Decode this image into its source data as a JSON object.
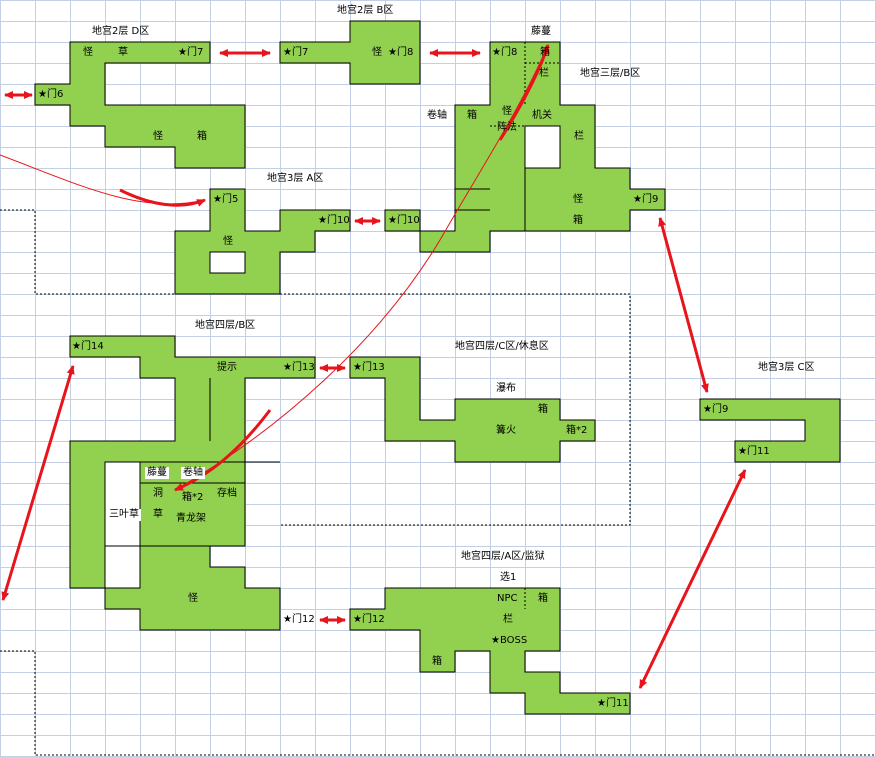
{
  "zones": {
    "floor2_d": "地宫2层 D区",
    "floor2_b": "地宫2层 B区",
    "floor3_b": "地宫三层/B区",
    "floor3_a": "地宫3层 A区",
    "floor4_b": "地宫四层/B区",
    "floor4_c": "地宫四层/C区/休息区",
    "floor3_c": "地宫3层 C区",
    "floor4_a": "地宫四层/A区/监狱"
  },
  "doors": {
    "d5": "★门5",
    "d6": "★门6",
    "d7": "★门7",
    "d8": "★门8",
    "d9": "★门9",
    "d10": "★门10",
    "d11": "★门11",
    "d12": "★门12",
    "d13": "★门13",
    "d14": "★门14"
  },
  "marks": {
    "monster": "怪",
    "herb": "草",
    "chest": "箱",
    "chest_x2": "箱*2",
    "vine": "藤蔓",
    "fence": "栏",
    "scroll": "卷轴",
    "mechanism": "机关",
    "array": "阵法",
    "hint": "提示",
    "waterfall": "瀑布",
    "bonfire": "篝火",
    "cave": "洞",
    "save": "存档",
    "three_leaf_herb": "三叶草",
    "azure_dragon_stand": "青龙架",
    "choice": "选1",
    "npc": "NPC",
    "boss": "★BOSS"
  },
  "colors": {
    "room": "#92d050",
    "arrow": "#e8141b",
    "grid": "#c3cfe2"
  }
}
